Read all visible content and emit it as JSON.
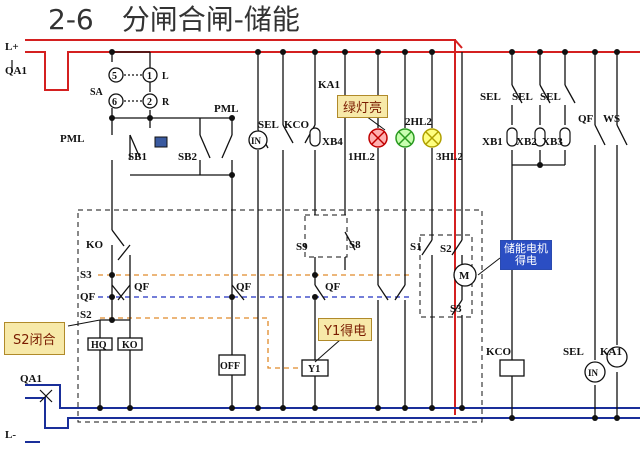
{
  "title": "2-6　分闸合闸-储能",
  "buses": {
    "positive": "L+",
    "negative": "L-",
    "breaker_top": "QA1",
    "breaker_bottom": "QA1"
  },
  "labels": {
    "n5": "5",
    "n1": "1",
    "L": "L",
    "SA": "SA",
    "n6": "6",
    "n2": "2",
    "R": "R",
    "PML_left": "PML",
    "PML_top": "PML",
    "SB1": "SB1",
    "SB2": "SB2",
    "SEL_top": "SEL",
    "KCO_top": "KCO",
    "KA1_top": "KA1",
    "IN": "IN",
    "XB4": "XB4",
    "HL1": "1HL2",
    "HL2": "2HL2",
    "HL3": "3HL2",
    "KO_left": "KO",
    "S3_left": "S3",
    "QF_left": "QF",
    "S2_left": "S2",
    "QF_mid1": "QF",
    "QF_mid2": "QF",
    "QF_mid3": "QF",
    "S9": "S9",
    "S8": "S8",
    "S1": "S1",
    "S2_right": "S2",
    "S3_right": "S3",
    "M": "M",
    "HQ": "HQ",
    "KO_coil": "KO",
    "OFF": "OFF",
    "Y1": "Y1",
    "SEL_r1": "SEL",
    "SEL_r2": "SEL",
    "SEL_r3": "SEL",
    "XB1": "XB1",
    "XB2": "XB2",
    "XB3": "XB3",
    "QF_r": "QF",
    "WS": "WS",
    "KCO_coil": "KCO",
    "SEL_coil": "SEL",
    "KA1_coil": "KA1",
    "IN_coil": "IN"
  },
  "callouts": {
    "green_light": "绿灯亮",
    "s2_closed": "S2闭合",
    "y1_energized": "Y1得电",
    "motor": "储能电机得电"
  },
  "colors": {
    "positive_bus": "#d42020",
    "negative_bus": "#1a2f9a",
    "wire": "#111111",
    "dashed_orange": "#e08a2a",
    "dashed_blue": "#2030c0"
  }
}
